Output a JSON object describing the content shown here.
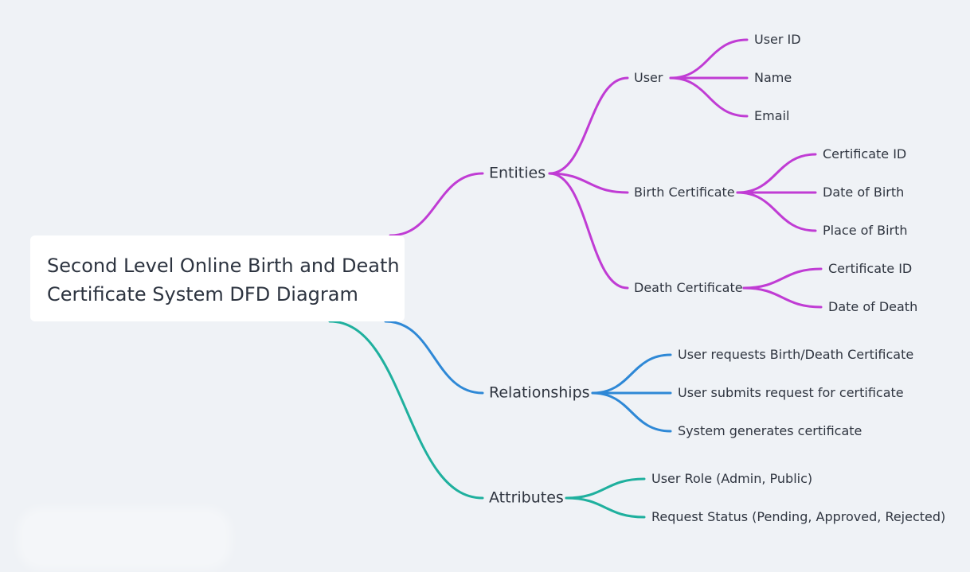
{
  "title_lines": [
    "Second Level Online Birth and Death",
    "Certificate System DFD Diagram"
  ],
  "branches": {
    "entities": {
      "label": "Entities",
      "color": "#c03cd4",
      "user": {
        "label": "User",
        "items": [
          "User ID",
          "Name",
          "Email"
        ]
      },
      "birth": {
        "label": "Birth Certificate",
        "items": [
          "Certificate ID",
          "Date of Birth",
          "Place of Birth"
        ]
      },
      "death": {
        "label": "Death Certificate",
        "items": [
          "Certificate ID",
          "Date of Death"
        ]
      }
    },
    "relationships": {
      "label": "Relationships",
      "color": "#2e88d6",
      "items": [
        "User requests Birth/Death Certificate",
        "User submits request for certificate",
        "System generates certificate"
      ]
    },
    "attributes": {
      "label": "Attributes",
      "color": "#1fb09e",
      "items": [
        "User Role (Admin, Public)",
        "Request Status (Pending, Approved, Rejected)"
      ]
    }
  }
}
